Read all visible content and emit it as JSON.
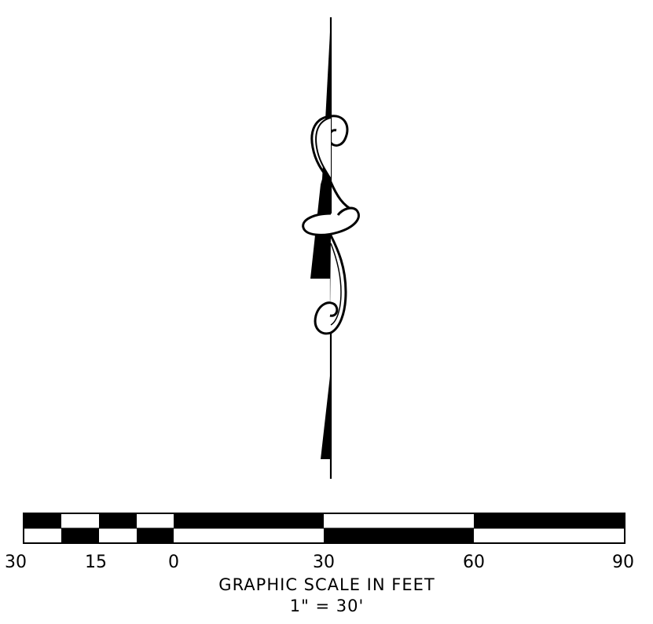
{
  "scale_bar": {
    "tick_labels": [
      "30",
      "15",
      "0",
      "30",
      "60",
      "90"
    ],
    "title": "GRAPHIC SCALE IN FEET",
    "ratio": "1\" = 30'"
  },
  "north_arrow": {
    "icon": "north-arrow-icon"
  }
}
